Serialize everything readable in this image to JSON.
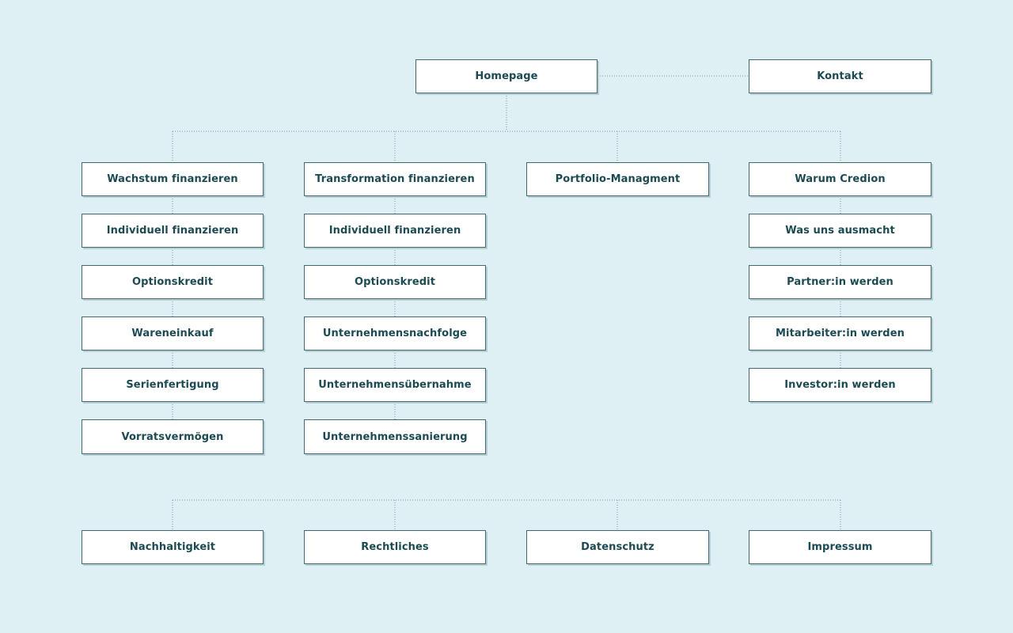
{
  "colors": {
    "background": "#dff0f4",
    "box_fill": "#ffffff",
    "box_border": "#3f6a72",
    "text": "#1c4a52",
    "connector": "#7d969c"
  },
  "top": {
    "homepage": "Homepage",
    "kontakt": "Kontakt"
  },
  "columns": [
    {
      "head": "Wachstum finanzieren",
      "items": [
        "Individuell finanzieren",
        "Optionskredit",
        "Wareneinkauf",
        "Serienfertigung",
        "Vorratsvermögen"
      ]
    },
    {
      "head": "Transformation finanzieren",
      "items": [
        "Individuell finanzieren",
        "Optionskredit",
        "Unternehmensnachfolge",
        "Unternehmensübernahme",
        "Unternehmenssanierung"
      ]
    },
    {
      "head": "Portfolio-Managment",
      "items": []
    },
    {
      "head": "Warum Credion",
      "items": [
        "Was uns ausmacht",
        "Partner:in werden",
        "Mitarbeiter:in werden",
        "Investor:in werden"
      ]
    }
  ],
  "footer": [
    "Nachhaltigkeit",
    "Rechtliches",
    "Datenschutz",
    "Impressum"
  ]
}
